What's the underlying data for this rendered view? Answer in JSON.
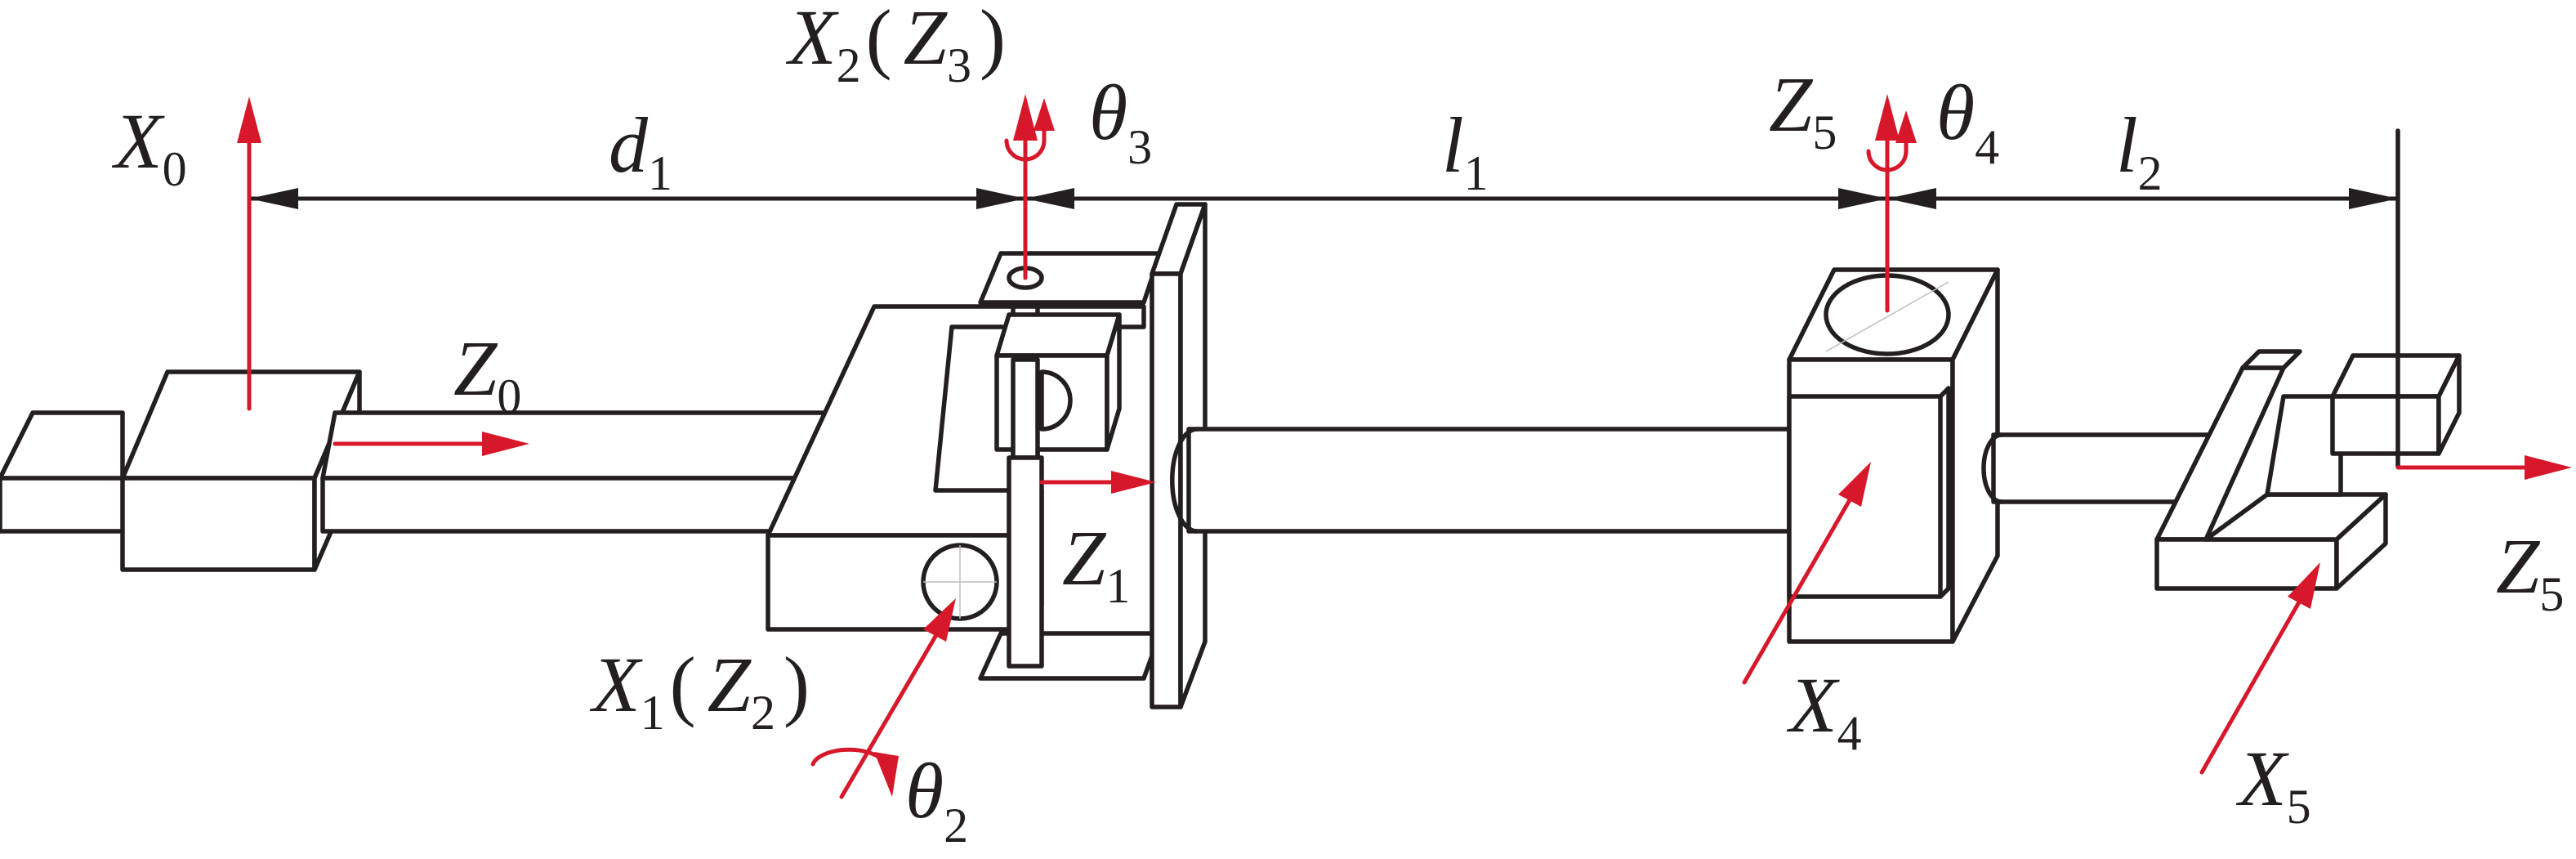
{
  "labels": {
    "x0": {
      "main": "X",
      "sub": "0"
    },
    "z0": {
      "main": "Z",
      "sub": "0"
    },
    "d1": {
      "main": "d",
      "sub": "1"
    },
    "x2z3": {
      "main": "X",
      "sub": "2",
      "open": "(",
      "main2": "Z",
      "sub2": "3",
      "close": ")"
    },
    "theta3": {
      "main": "θ",
      "sub": "3"
    },
    "l1": {
      "main": "l",
      "sub": "1"
    },
    "z5top": {
      "main": "Z",
      "sub": "5"
    },
    "theta4": {
      "main": "θ",
      "sub": "4"
    },
    "l2": {
      "main": "l",
      "sub": "2"
    },
    "z1": {
      "main": "Z",
      "sub": "1"
    },
    "x1z2": {
      "main": "X",
      "sub": "1",
      "open": "(",
      "main2": "Z",
      "sub2": "2",
      "close": ")"
    },
    "theta2": {
      "main": "θ",
      "sub": "2"
    },
    "x4": {
      "main": "X",
      "sub": "4"
    },
    "x5": {
      "main": "X",
      "sub": "5"
    },
    "z5right": {
      "main": "Z",
      "sub": "5"
    }
  },
  "colors": {
    "line": "#231f20",
    "axis": "#d7182a"
  }
}
